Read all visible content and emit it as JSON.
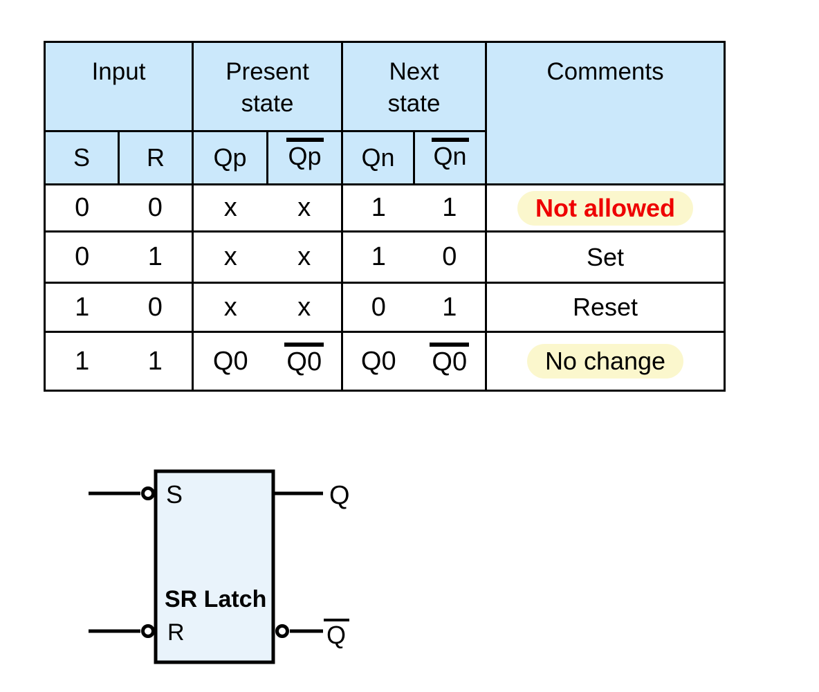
{
  "colors": {
    "header_blue": "#cbe8fb",
    "latch_fill": "#e9f3fb",
    "highlight_yellow": "#fbf7cd",
    "alert_red": "#ee0000",
    "line_black": "#000000"
  },
  "table": {
    "header": {
      "input": "Input",
      "present_state": "Present state",
      "next_state": "Next state",
      "comments": "Comments"
    },
    "subheader": {
      "s": "S",
      "r": "R",
      "qp": "Qp",
      "qp_bar": "Qp",
      "qn": "Qn",
      "qn_bar": "Qn"
    },
    "rows": [
      {
        "s": "0",
        "r": "0",
        "qp": "x",
        "qp_bar": "x",
        "qn": "1",
        "qn_bar": "1",
        "comment": "Not allowed"
      },
      {
        "s": "0",
        "r": "1",
        "qp": "x",
        "qp_bar": "x",
        "qn": "1",
        "qn_bar": "0",
        "comment": "Set"
      },
      {
        "s": "1",
        "r": "0",
        "qp": "x",
        "qp_bar": "x",
        "qn": "0",
        "qn_bar": "1",
        "comment": "Reset"
      },
      {
        "s": "1",
        "r": "1",
        "qp": "Q0",
        "qp_bar": "Q0",
        "qn": "Q0",
        "qn_bar": "Q0",
        "comment": "No change"
      }
    ]
  },
  "diagram": {
    "box_label": "SR Latch",
    "input_s": "S",
    "input_r": "R",
    "output_q": "Q",
    "output_q_bar": "Q"
  }
}
